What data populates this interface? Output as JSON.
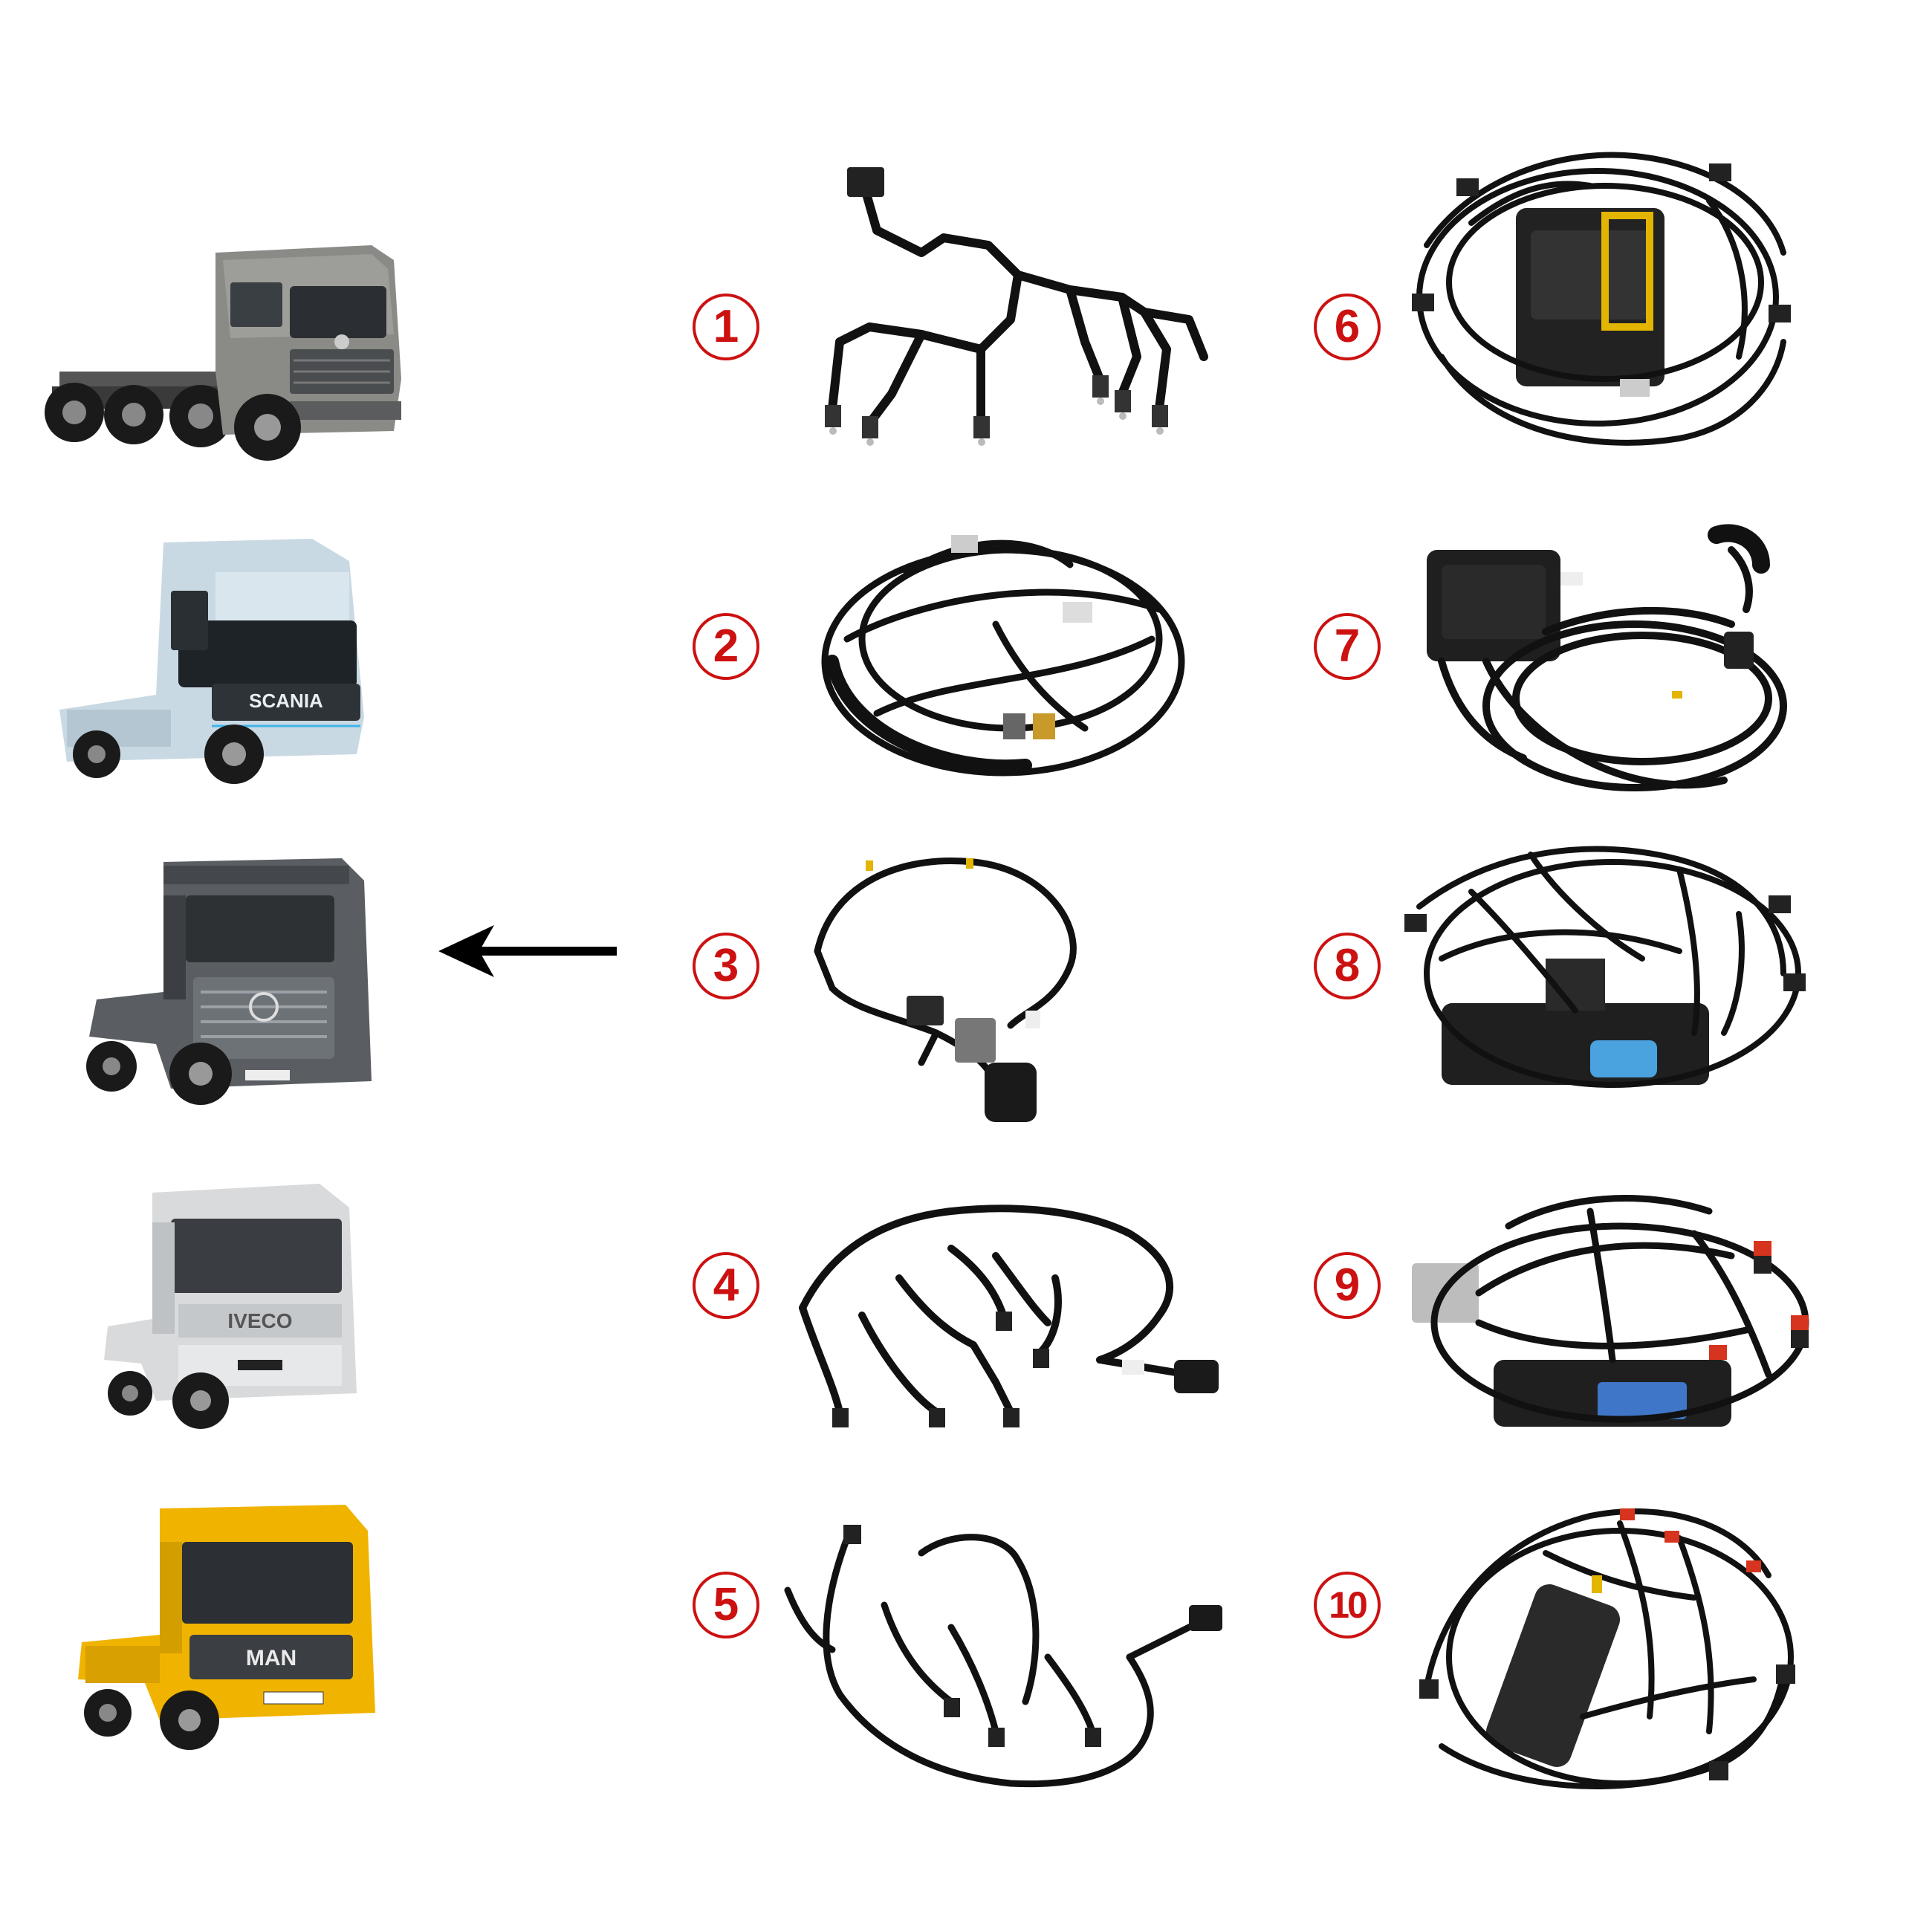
{
  "colors": {
    "accent_red": "#cc1111",
    "wire": "#111111",
    "volvo_cab": "#8a8a86",
    "scania_cab": "#c9d9e3",
    "mercedes_cab": "#5a5e63",
    "iveco_cab": "#d8dadc",
    "man_cab": "#f0b400"
  },
  "trucks": [
    {
      "id": "truck-1",
      "brand_text": "",
      "icon": "volvo-truck"
    },
    {
      "id": "truck-2",
      "brand_text": "SCANIA",
      "icon": "scania-truck"
    },
    {
      "id": "truck-3",
      "brand_text": "",
      "icon": "mercedes-truck"
    },
    {
      "id": "truck-4",
      "brand_text": "IVECO",
      "icon": "iveco-truck"
    },
    {
      "id": "truck-5",
      "brand_text": "MAN",
      "icon": "man-truck"
    }
  ],
  "arrow": {
    "icon": "arrow-left-icon"
  },
  "harness_numbers": [
    "1",
    "2",
    "3",
    "4",
    "5",
    "6",
    "7",
    "8",
    "9",
    "10"
  ]
}
